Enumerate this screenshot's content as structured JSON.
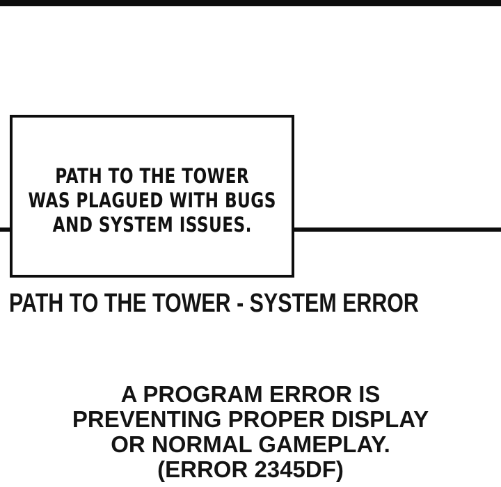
{
  "colors": {
    "ink": "#0d0d0d",
    "background": "#ffffff"
  },
  "speech_box": {
    "lines": [
      "PATH TO THE TOWER",
      "WAS PLAGUED WITH BUGS",
      "AND SYSTEM ISSUES."
    ]
  },
  "caption": {
    "text": "PATH TO THE TOWER - SYSTEM ERROR"
  },
  "error_notice": {
    "lines": [
      "A PROGRAM ERROR IS",
      "PREVENTING PROPER DISPLAY",
      "OR NORMAL GAMEPLAY.",
      "(ERROR 2345DF)"
    ]
  }
}
